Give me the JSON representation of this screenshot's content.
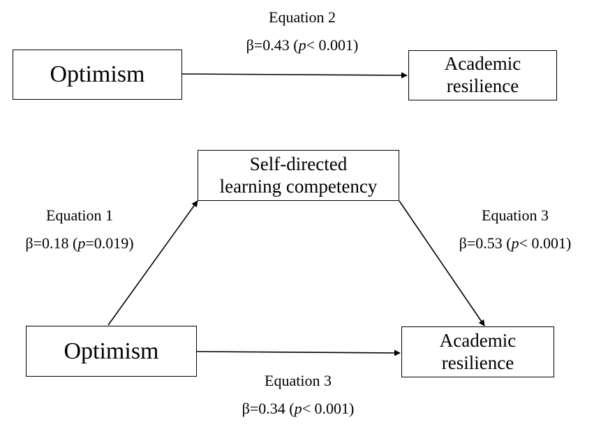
{
  "total_effect": {
    "predictor": "Optimism",
    "outcome_line1": "Academic",
    "outcome_line2": "resilience",
    "equation": "Equation 2",
    "beta": "β=0.43",
    "p_open": "(",
    "p_symbol": "p",
    "p_value": "< 0.001)"
  },
  "mediation": {
    "predictor": "Optimism",
    "mediator_line1": "Self-directed",
    "mediator_line2": "learning competency",
    "outcome_line1": "Academic",
    "outcome_line2": "resilience",
    "path_a": {
      "equation": "Equation 1",
      "beta": "β=0.18",
      "p_open": "(",
      "p_symbol": "p",
      "p_value": "=0.019)"
    },
    "path_b": {
      "equation": "Equation 3",
      "beta": "β=0.53",
      "p_open": "(",
      "p_symbol": "p",
      "p_value": "< 0.001)"
    },
    "path_c_prime": {
      "equation": "Equation 3",
      "beta": "β=0.34",
      "p_open": "(",
      "p_symbol": "p",
      "p_value": "< 0.001)"
    }
  },
  "colors": {
    "stroke": "#000000",
    "background": "#ffffff"
  }
}
